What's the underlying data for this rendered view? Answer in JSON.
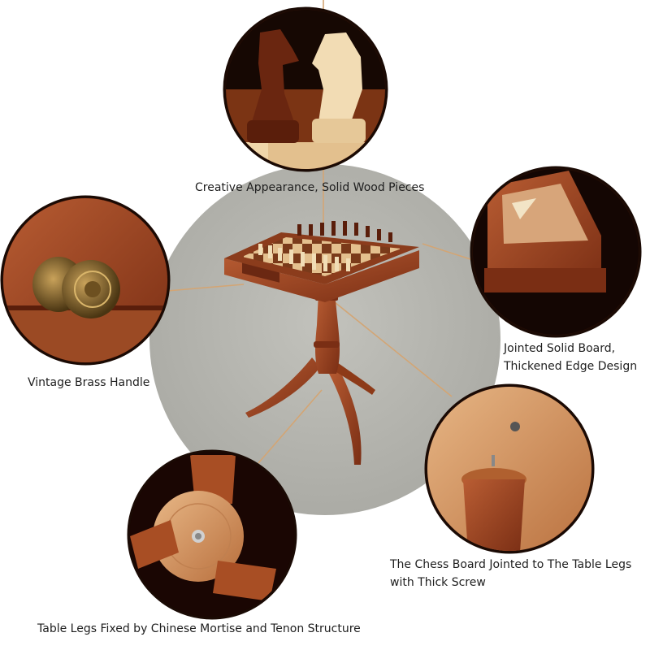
{
  "captions": {
    "top": "Creative Appearance, Solid Wood Pieces",
    "handle": "Vintage Brass Handle",
    "board_line1": "Jointed Solid Board,",
    "board_line2": "Thickened Edge Design",
    "screw_line1": "The Chess Board Jointed to The Table Legs",
    "screw_line2": "with Thick Screw",
    "legs": "Table Legs Fixed by Chinese Mortise and Tenon Structure"
  },
  "colors": {
    "background_disc": "#b3b3ad",
    "wood_dark": "#7a2e14",
    "wood_mid": "#a9502a",
    "wood_light": "#d9a071",
    "leader_line": "#d3a574",
    "brass": "#8a6a2e"
  }
}
